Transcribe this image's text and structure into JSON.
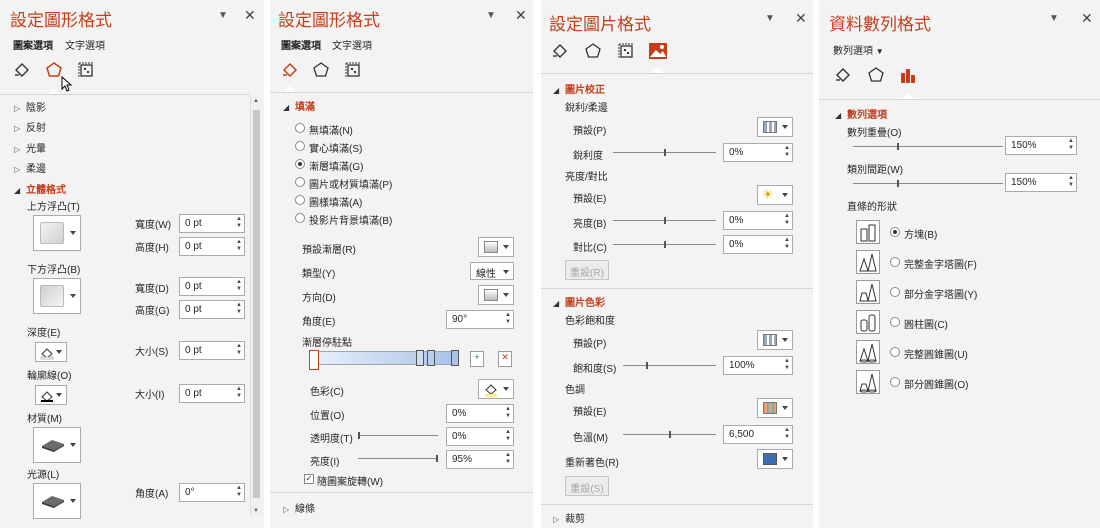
{
  "colors": {
    "accent": "#c43e1c",
    "panel_bg": "#f3f3f3"
  },
  "p1": {
    "title": "設定圖形格式",
    "tabs": [
      "圖案選項",
      "文字選項"
    ],
    "icons": [
      "fill-line-icon",
      "effects-icon",
      "size-properties-icon"
    ],
    "sections": [
      "陰影",
      "反射",
      "光暈",
      "柔邊",
      "立體格式"
    ],
    "top_bevel": "上方浮凸(T)",
    "bottom_bevel": "下方浮凸(B)",
    "width1": "寬度(W)",
    "height1": "高度(H)",
    "width2": "寬度(D)",
    "height2": "高度(G)",
    "depth": "深度(E)",
    "contour": "輪廓線(O)",
    "size1": "大小(S)",
    "size2": "大小(I)",
    "material": "材質(M)",
    "lighting": "光源(L)",
    "angle": "角度(A)",
    "vals": [
      "0 pt",
      "0 pt",
      "0 pt",
      "0 pt",
      "0 pt",
      "0 pt",
      "0°"
    ]
  },
  "p2": {
    "title": "設定圖形格式",
    "tabs": [
      "圖案選項",
      "文字選項"
    ],
    "section_fill": "填滿",
    "radios": [
      "無填滿(N)",
      "實心填滿(S)",
      "漸層填滿(G)",
      "圖片或材質填滿(P)",
      "圖樣填滿(A)",
      "投影片背景填滿(B)"
    ],
    "preset": "預設漸層(R)",
    "type": "類型(Y)",
    "type_val": "線性",
    "direction": "方向(D)",
    "angle": "角度(E)",
    "angle_val": "90°",
    "stops": "漸層停駐點",
    "color": "色彩(C)",
    "position": "位置(O)",
    "position_val": "0%",
    "transparency": "透明度(T)",
    "transparency_val": "0%",
    "brightness": "亮度(I)",
    "brightness_val": "95%",
    "rotate": "隨圖案旋轉(W)",
    "section_line": "線條"
  },
  "p3": {
    "title": "設定圖片格式",
    "section_correct": "圖片校正",
    "sharpen": "銳利/柔邊",
    "preset1": "預設(P)",
    "sharpness": "銳利度",
    "sharp_val": "0%",
    "bright_contrast": "亮度/對比",
    "preset2": "預設(E)",
    "bright": "亮度(B)",
    "bright_val": "0%",
    "contrast": "對比(C)",
    "contrast_val": "0%",
    "reset1": "重設(R)",
    "section_color": "圖片色彩",
    "saturation_group": "色彩飽和度",
    "preset3": "預設(P)",
    "saturation": "飽和度(S)",
    "sat_val": "100%",
    "tone_group": "色調",
    "preset4": "預設(E)",
    "temp": "色溫(M)",
    "temp_val": "6,500",
    "recolor": "重新著色(R)",
    "reset2": "重設(S)",
    "section_crop": "裁剪"
  },
  "p4": {
    "title": "資料數列格式",
    "dropdown": "數列選項",
    "section": "數列選項",
    "overlap": "數列重疊(O)",
    "overlap_val": "150%",
    "gap": "類別間距(W)",
    "gap_val": "150%",
    "shape_label": "直條的形狀",
    "shapes": [
      "方塊(B)",
      "完整金字塔圖(F)",
      "部分金字塔圖(Y)",
      "圓柱圖(C)",
      "完整圓錐圖(U)",
      "部分圓錐圖(O)"
    ]
  }
}
